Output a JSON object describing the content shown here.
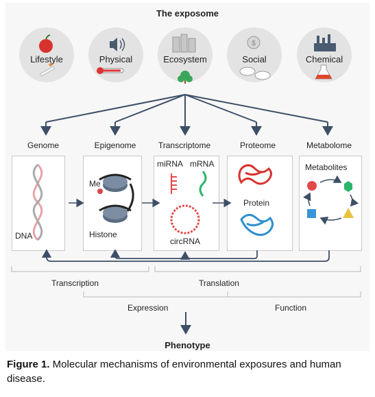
{
  "title": "The exposome",
  "categories": [
    {
      "label": "Lifestyle",
      "icon": "apple-cigarette-icon"
    },
    {
      "label": "Physical",
      "icon": "speaker-thermometer-icon"
    },
    {
      "label": "Ecosystem",
      "icon": "city-tree-icon"
    },
    {
      "label": "Social",
      "icon": "coin-speech-icon"
    },
    {
      "label": "Chemical",
      "icon": "factory-flask-icon"
    }
  ],
  "stages": [
    "Genome",
    "Epigenome",
    "Transcriptome",
    "Proteome",
    "Metabolome"
  ],
  "genome": {
    "dna": "DNA"
  },
  "epigenome": {
    "me": "Me",
    "histone": "Histone"
  },
  "transcriptome": {
    "mirna": "miRNA",
    "mrna": "mRNA",
    "circrna": "circRNA"
  },
  "proteome": {
    "protein": "Protein"
  },
  "metabolome": {
    "metabolites": "Metabolites"
  },
  "processes": {
    "transcription": "Transcription",
    "translation": "Translation",
    "expression": "Expression",
    "function": "Function"
  },
  "phenotype": "Phenotype",
  "caption": {
    "prefix": "Figure 1.",
    "text": " Molecular mechanisms of environmental exposures and human disease."
  },
  "colors": {
    "arrow": "#3d4f66",
    "dna_pink": "#e8a3a6",
    "dna_grey": "#a9a9a9",
    "red": "#e24a4a",
    "green": "#2bb56a",
    "blue": "#3a95d8",
    "yellow": "#e6c440"
  }
}
